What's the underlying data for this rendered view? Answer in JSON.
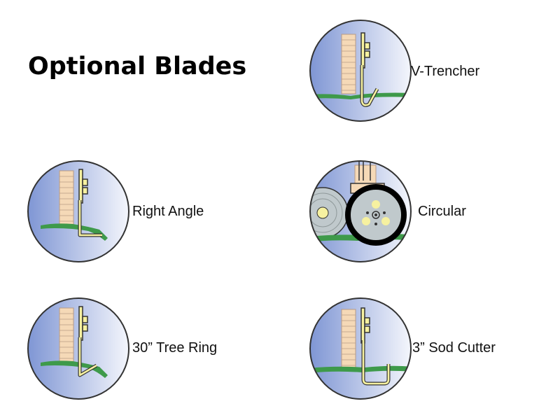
{
  "title": "Optional Blades",
  "colors": {
    "circle_light": "#f4f6fc",
    "circle_dark": "#7f96d4",
    "outline": "#333333",
    "brick": "#f5d9b7",
    "brick_line": "#b89a86",
    "blade": "#f6f1a0",
    "grass": "#3e9a4a",
    "wheel": "#c0c9cc"
  },
  "blades": [
    {
      "label": "V-Trencher",
      "icon": "v-trencher-blade-icon"
    },
    {
      "label": "Right Angle",
      "icon": "right-angle-blade-icon"
    },
    {
      "label": "Circular",
      "icon": "circular-blade-icon"
    },
    {
      "label": "30” Tree Ring",
      "icon": "tree-ring-blade-icon"
    },
    {
      "label": "3” Sod Cutter",
      "icon": "sod-cutter-blade-icon"
    }
  ]
}
